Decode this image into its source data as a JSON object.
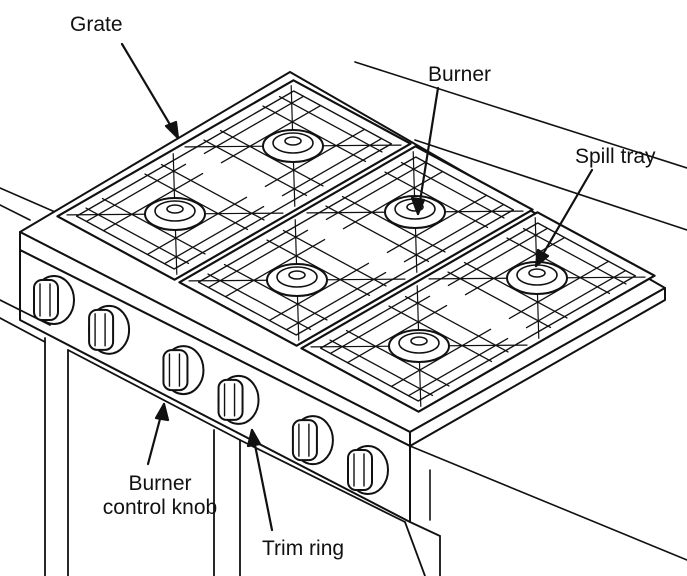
{
  "figure": {
    "labels": {
      "grate": "Grate",
      "burner": "Burner",
      "spill_tray": "Spill tray",
      "knob_line1": "Burner",
      "knob_line2": "control knob",
      "trim_ring": "Trim ring"
    },
    "grate_count": 3,
    "burner_count": 6,
    "knob_count": 6
  },
  "colors": {
    "ink": "#111111",
    "paper": "#ffffff"
  }
}
